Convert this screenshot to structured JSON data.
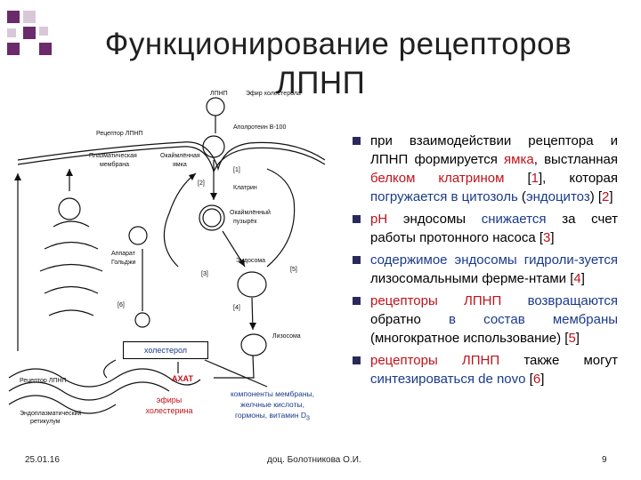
{
  "slide": {
    "title_line1": "Функционирование рецепторов",
    "title_line2": "ЛПНП",
    "footer_date": "25.01.16",
    "footer_author": "доц. Болотникова О.И.",
    "page_number": "9"
  },
  "diagram": {
    "labels": {
      "ldl": "ЛПНП",
      "cholesterol_ester": "Эфир холестерола",
      "apoprotein": "Аполротеин В-100",
      "ldl_receptor_top": "Рецептор ЛПНП",
      "plasma_membrane_1": "Плазматическая",
      "plasma_membrane_2": "мембрана",
      "coated_pit_1": "Окаймлённая",
      "coated_pit_2": "ямка",
      "clathrin": "Клатрин",
      "coated_vesicle_1": "Окаймлённый",
      "coated_vesicle_2": "пузырёк",
      "golgi_1": "Аппарат",
      "golgi_2": "Гольджи",
      "endosome": "Эндосома",
      "lysosome": "Лизосома",
      "er_receptor": "Рецептор ЛПНП",
      "er_1": "Эндоплазматический",
      "er_2": "ретикулум",
      "n1": "[1]",
      "n2": "[2]",
      "n3": "[3]",
      "n4": "[4]",
      "n5": "[5]",
      "n6": "[6]"
    },
    "cholesterol_box": "холестерол",
    "acat": "АХАТ",
    "esters_line1": "эфиры",
    "esters_line2": "холестерина",
    "products_line1": "компоненты мембраны,",
    "products_line2": "желчные кислоты,",
    "products_line3": "гормоны, витамин D",
    "products_sub": "3"
  },
  "bullets": {
    "b1": {
      "t1": "при взаимодействии рецептора и ЛПНП формируется ",
      "h1": "ямка",
      "t2": ", выстланная ",
      "h2": "белком клатрином",
      "t3": " [",
      "n": "1",
      "t4": "], которая ",
      "h3": "погружается в цитозоль",
      "t5": " (",
      "h4": "эндоцитоз",
      "t6": ") [",
      "n2": "2",
      "t7": "]"
    },
    "b2": {
      "h1": "pH",
      "t1": " эндосомы ",
      "h2": "снижается",
      "t2": " за счет работы протонного насоса [",
      "n": "3",
      "t3": "]"
    },
    "b3": {
      "h1": "содержимое эндосомы гидроли-зуется",
      "t1": " лизосомальными ферме-нтами [",
      "n": "4",
      "t2": "]"
    },
    "b4": {
      "h1": "рецепторы ЛПНП",
      "t1": " ",
      "h2": "возвращаются",
      "t2": " обратно ",
      "h3": "в состав мембраны",
      "t3": " (многократное использование) [",
      "n": "5",
      "t4": "]"
    },
    "b5": {
      "h1": "рецепторы ЛПНП",
      "t1": " также могут ",
      "h2": "синтезироваться de novo",
      "t2": " [",
      "n": "6",
      "t3": "]"
    }
  },
  "colors": {
    "accent_red": "#c0121a",
    "accent_blue": "#1a3a8a",
    "deco_purple": "#6b2a6b"
  }
}
